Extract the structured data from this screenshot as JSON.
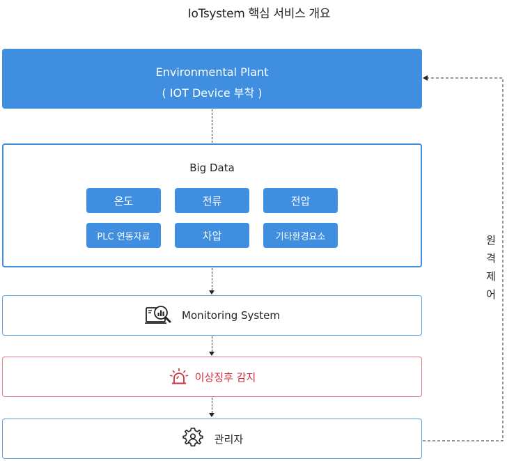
{
  "title": "IoTsystem 핵심 서비스 개요",
  "plant": {
    "line1": "Environmental Plant",
    "line2": "( IOT Device 부착 )"
  },
  "bigdata": {
    "title": "Big Data",
    "items": [
      "온도",
      "전류",
      "전압",
      "PLC 연동자료",
      "차압",
      "기타환경요소"
    ]
  },
  "monitoring": {
    "label": "Monitoring System",
    "icon": "monitoring-analytics-icon"
  },
  "alert": {
    "label": "이상징후 감지",
    "icon": "alarm-siren-icon",
    "color": "#d42b3c"
  },
  "admin": {
    "label": "관리자",
    "icon": "gear-person-icon"
  },
  "remote_control": {
    "chars": [
      "원",
      "격",
      "제",
      "어"
    ]
  },
  "colors": {
    "primary": "#3f8ee0",
    "panel_border": "#5aa2de",
    "alert_border": "#e8788a",
    "alert_text": "#d42b3c"
  }
}
